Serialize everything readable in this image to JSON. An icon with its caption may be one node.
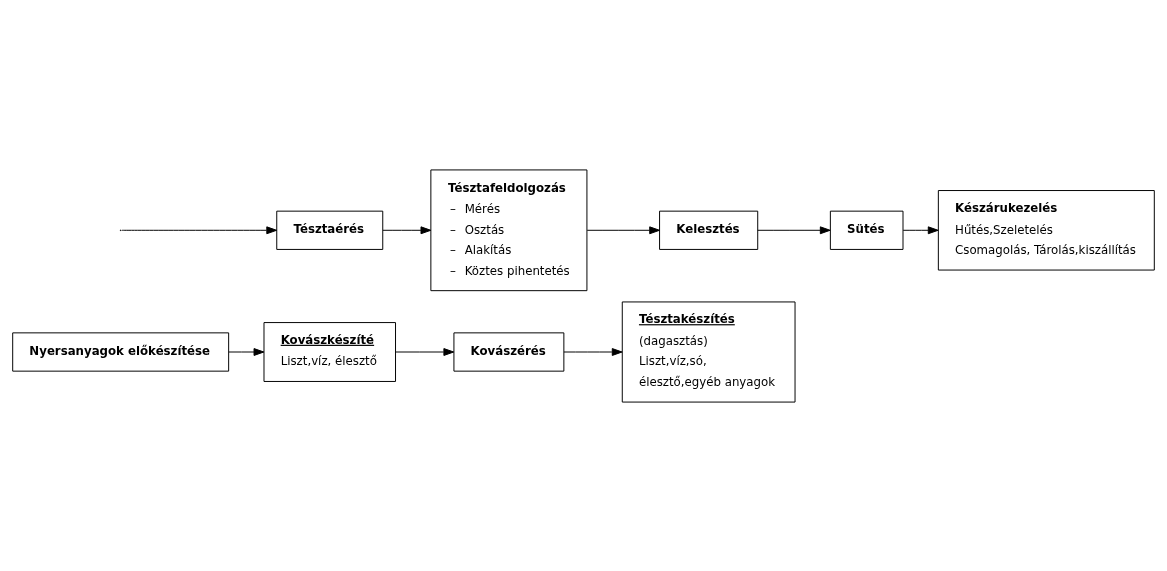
{
  "diagram": {
    "nodes": [
      {
        "text": [
          "Nyersanyagok előkészítése"
        ]
      },
      {
        "text": [
          "Kovászkészíté",
          "Liszt,víz, élesztő"
        ]
      },
      {
        "text": [
          "Kovászérés"
        ]
      },
      {
        "text": [
          "Tésztakészítés",
          "(dagasztás)",
          "Liszt,víz,só,",
          "élesztő,egyéb anyagok"
        ]
      },
      {
        "text": [
          "Tésztaérés"
        ]
      },
      {
        "text": [
          "Tésztafeldolgozás",
          "–",
          "Mérés",
          "–",
          "Osztás",
          "–",
          "Alakítás",
          "–",
          "Köztes pihentetés"
        ]
      },
      {
        "text": [
          "Kelesztés"
        ]
      },
      {
        "text": [
          "Sütés"
        ]
      },
      {
        "text": [
          "Készárukezelés",
          "Hűtés,Szeletelés",
          "Csomagolás, Tárolás,kiszállítás"
        ]
      }
    ],
    "edges": [
      {
        "from": 0,
        "to": 1,
        "arrow": "to"
      },
      {
        "from": 1,
        "to": 2,
        "arrow": "to"
      },
      {
        "from": 2,
        "to": 3,
        "arrow": "to"
      },
      {
        "from": null,
        "to": 4,
        "arrow": "to"
      },
      {
        "from": 4,
        "to": 5,
        "arrow": "to"
      },
      {
        "from": 5,
        "to": 6,
        "arrow": "to"
      },
      {
        "from": 6,
        "to": 7,
        "arrow": "to"
      },
      {
        "from": 7,
        "to": 8,
        "arrow": "to"
      }
    ]
  }
}
